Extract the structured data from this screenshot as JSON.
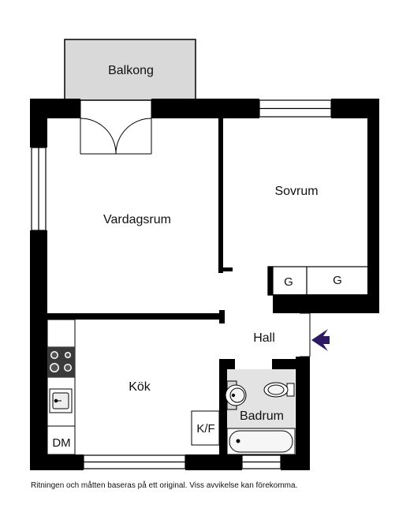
{
  "rooms": {
    "balcony": "Balkong",
    "living_room": "Vardagsrum",
    "bedroom": "Sovrum",
    "hall": "Hall",
    "kitchen": "Kök",
    "bathroom": "Badrum"
  },
  "fixtures": {
    "closet_1": "G",
    "closet_2": "G",
    "fridge_freezer": "K/F",
    "dishwasher": "DM"
  },
  "disclaimer": "Ritningen och måtten baseras på ett original. Viss avvikelse kan förekomma.",
  "colors": {
    "wall": "#000000",
    "balcony_fill": "#d9d9d9",
    "bathroom_fill": "#e3e3e3",
    "entrance_arrow": "#2e1a63"
  }
}
